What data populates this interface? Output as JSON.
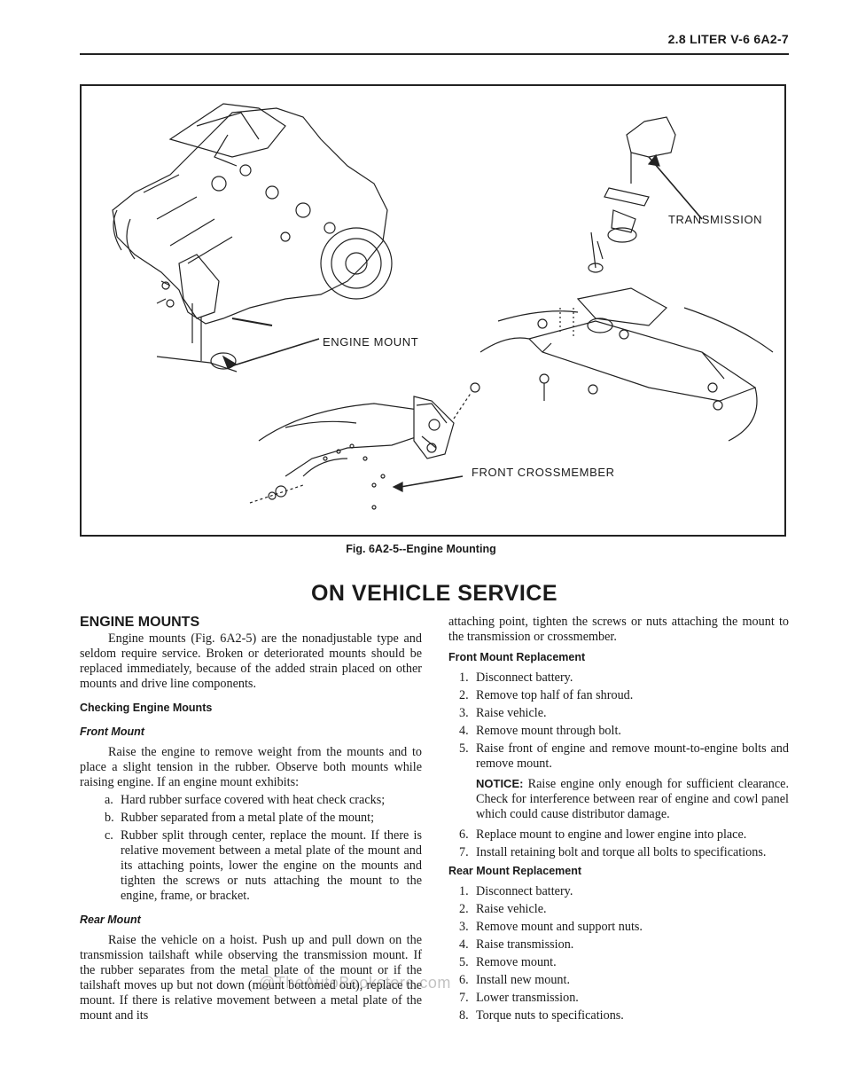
{
  "header": {
    "text": "2.8 LITER V-6   6A2-7"
  },
  "figure": {
    "callouts": {
      "transmission": "TRANSMISSION",
      "engine_mount": "ENGINE MOUNT",
      "front_crossmember": "FRONT CROSSMEMBER"
    },
    "caption": "Fig. 6A2-5--Engine Mounting"
  },
  "section_title": "ON VEHICLE SERVICE",
  "left": {
    "heading": "ENGINE MOUNTS",
    "intro": "Engine mounts (Fig. 6A2-5) are the nonadjustable type and seldom require service. Broken or deteriorated mounts should be replaced immediately, because of the added strain placed on other mounts and drive line components.",
    "checking_heading": "Checking Engine Mounts",
    "front_mount_heading": "Front Mount",
    "front_mount_text": "Raise the engine to remove weight from the mounts and to place a slight tension in the rubber. Observe both mounts while raising engine. If an engine mount exhibits:",
    "conditions": [
      {
        "marker": "a.",
        "text": "Hard rubber surface covered with heat check cracks;"
      },
      {
        "marker": "b.",
        "text": "Rubber separated from a metal plate of the mount;"
      },
      {
        "marker": "c.",
        "text": "Rubber split through center, replace the mount. If there is relative movement between a metal plate of the mount and its attaching points, lower the engine on the mounts and tighten the screws or nuts attaching the mount to the engine, frame, or bracket."
      }
    ],
    "rear_mount_heading": "Rear Mount",
    "rear_mount_text": "Raise the vehicle on a hoist. Push up and pull down on the transmission tailshaft while observing the transmission mount. If the rubber separates from the metal plate of the mount or if the tailshaft moves up but not down (mount bottomed out), replace the mount. If there is relative movement between a metal plate of the mount and its"
  },
  "right": {
    "continuation": "attaching point, tighten the screws or nuts attaching the mount to the transmission or crossmember.",
    "front_replacement_heading": "Front Mount Replacement",
    "front_steps_a": [
      {
        "marker": "1.",
        "text": "Disconnect battery."
      },
      {
        "marker": "2.",
        "text": "Remove top half of fan shroud."
      },
      {
        "marker": "3.",
        "text": "Raise vehicle."
      },
      {
        "marker": "4.",
        "text": "Remove mount through bolt."
      },
      {
        "marker": "5.",
        "text": "Raise front of engine and remove mount-to-engine bolts and remove mount."
      }
    ],
    "notice_label": "NOTICE:",
    "notice_text": " Raise engine only enough for sufficient clearance. Check for interference between rear of engine and cowl panel which could cause distributor damage.",
    "front_steps_b": [
      {
        "marker": "6.",
        "text": "Replace mount to engine and lower engine into place."
      },
      {
        "marker": "7.",
        "text": "Install retaining bolt and torque all bolts to specifications."
      }
    ],
    "rear_replacement_heading": "Rear Mount Replacement",
    "rear_steps": [
      {
        "marker": "1.",
        "text": "Disconnect battery."
      },
      {
        "marker": "2.",
        "text": "Raise vehicle."
      },
      {
        "marker": "3.",
        "text": "Remove mount and support nuts."
      },
      {
        "marker": "4.",
        "text": "Raise transmission."
      },
      {
        "marker": "5.",
        "text": "Remove mount."
      },
      {
        "marker": "6.",
        "text": "Install new mount."
      },
      {
        "marker": "7.",
        "text": "Lower transmission."
      },
      {
        "marker": "8.",
        "text": "Torque nuts to specifications."
      }
    ]
  },
  "watermark": "@TheAutoBookstore.com"
}
